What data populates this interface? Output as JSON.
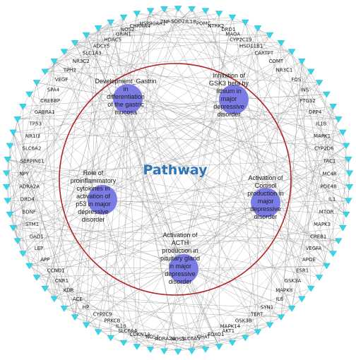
{
  "title": "Pathway",
  "colors": {
    "gene_node": "#36d6e7",
    "gene_node_stroke": "#1cb3c7",
    "pathway_node": "#7b7be6",
    "circle": "#b22222",
    "edge": "#9a9a9a",
    "title": "#2e75b6"
  },
  "genes": [
    "SOD2",
    "IL18",
    "POMC",
    "NTRK2",
    "DRD1",
    "MAOA",
    "CYP2C19",
    "HSD11B1",
    "CARTPT",
    "COMT",
    "NR3C1",
    "FOS",
    "INS",
    "PTGS2",
    "DPP4",
    "IL1B",
    "MAPK1",
    "CYP2D6",
    "TAC1",
    "MC4R",
    "PDE4B",
    "IL1",
    "MTOR",
    "MAPK3",
    "CREB1",
    "VEGFA",
    "APOE",
    "ESR1",
    "GSK3A",
    "MAPK8",
    "IL6",
    "SYN1",
    "TERT",
    "GSK3B",
    "MAPK14",
    "AKT1",
    "FOXO1",
    "CHAT",
    "SLC6A3",
    "NOS3",
    "ADRA2A",
    "NOS1",
    "CDKN1A",
    "SLC6A4",
    "IL10",
    "PRKCB",
    "CYP2C9",
    "HP",
    "ACE",
    "KDR",
    "CNR1",
    "CCND1",
    "APP",
    "LEP",
    "GAD1",
    "STM1",
    "BDNF",
    "DRD4",
    "ADRA2A",
    "NPY",
    "SERPINE1",
    "SLC6A2",
    "NR1I3",
    "TP53",
    "GABRA1",
    "CREBBP",
    "SPA4",
    "VEGF",
    "TPH2",
    "NR3C2",
    "SLC1A3",
    "ADCY5",
    "HDAC5",
    "GRIN1",
    "NOS2",
    "CHRNA4",
    "HSP90AA1",
    "TNF"
  ],
  "pathways": [
    {
      "label": "Development_Gastrin in differentiation of the gastric mucosa",
      "lines": [
        "Development_Gastrin",
        "in",
        "differentiation",
        "of the gastric",
        "mucosa"
      ]
    },
    {
      "label": "Inhibition of GSK3 beta by lithium in major depressive disorder",
      "lines": [
        "Inhibition of",
        "GSK3 beta by",
        "lithium in",
        "major",
        "depressive",
        "disorder"
      ]
    },
    {
      "label": "Role of proinflammatory cytokines in activation of p53 in major depressive disorder",
      "lines": [
        "Role of",
        "proinflammatory",
        "cytokines in",
        "activation of",
        "p53 in major",
        "depressive",
        "disorder"
      ]
    },
    {
      "label": "Activation of Cortisol production in major depressive disorder",
      "lines": [
        "Activation of",
        "Cortisol",
        "production in",
        "major",
        "depressive",
        "disorder"
      ]
    },
    {
      "label": "Activation of ACTH production in pituitary gland in major depressive disorder",
      "lines": [
        "Activation of",
        "ACTH",
        "production in",
        "pituitary gland",
        "in major",
        "depressive",
        "disorder"
      ]
    }
  ]
}
